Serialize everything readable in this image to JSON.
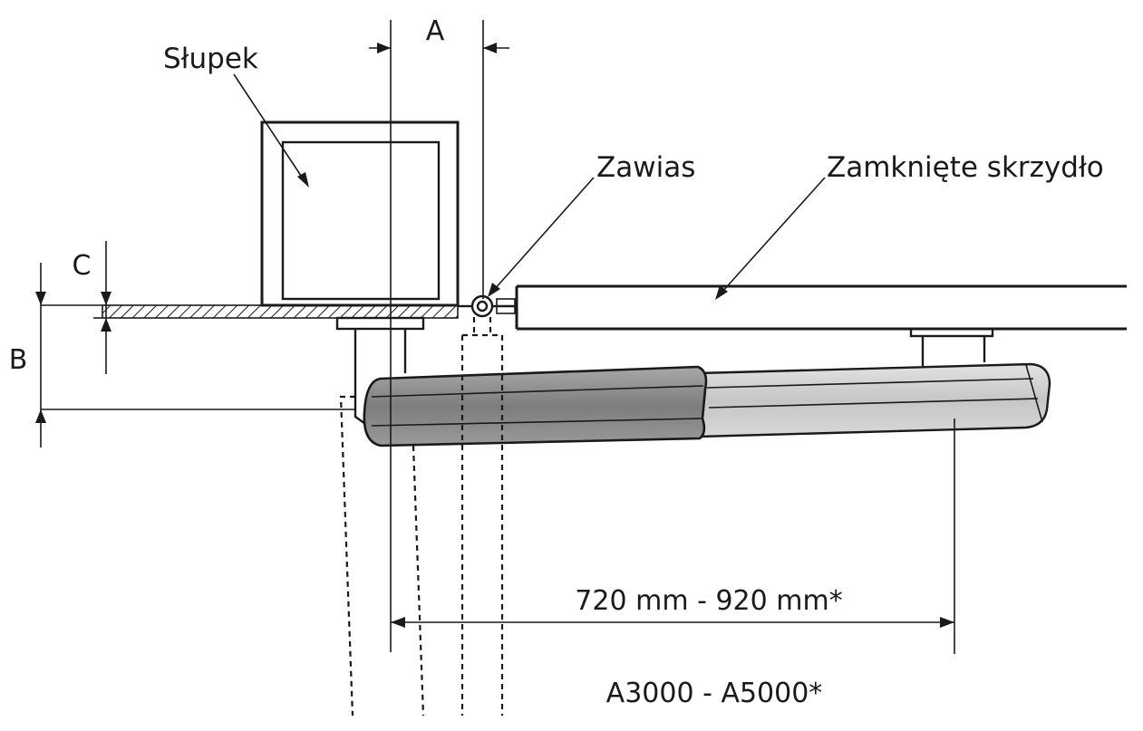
{
  "labels": {
    "post": "Słupek",
    "hinge": "Zawias",
    "closed_leaf": "Zamknięte skrzydło",
    "dim_a": "A",
    "dim_b": "B",
    "dim_c": "C",
    "distance": "720 mm - 920 mm*",
    "models": "A3000 - A5000*"
  },
  "colors": {
    "line": "#1a1a1a",
    "actuator_dark": "#8a8a8a",
    "actuator_light": "#d2d2d2",
    "background": "#ffffff"
  }
}
